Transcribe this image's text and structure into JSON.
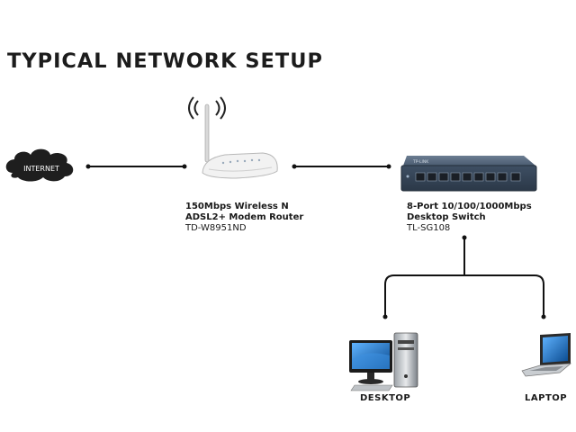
{
  "title": "TYPICAL NETWORK SETUP",
  "internet": {
    "label": "INTERNET"
  },
  "router": {
    "line1": "150Mbps Wireless N",
    "line2": "ADSL2+ Modem Router",
    "model": "TD-W8951ND"
  },
  "switch": {
    "line1": "8-Port 10/100/1000Mbps",
    "line2": "Desktop Switch",
    "model": "TL-SG108",
    "brand": "TP-LINK"
  },
  "desktop": {
    "label": "DESKTOP"
  },
  "laptop": {
    "label": "LAPTOP"
  },
  "colors": {
    "line": "#111111",
    "cloud": "#1e1e1e",
    "switch_body": "#3a4a5e",
    "router_body": "#f2f2f2",
    "screen": "#1f6fb8"
  }
}
